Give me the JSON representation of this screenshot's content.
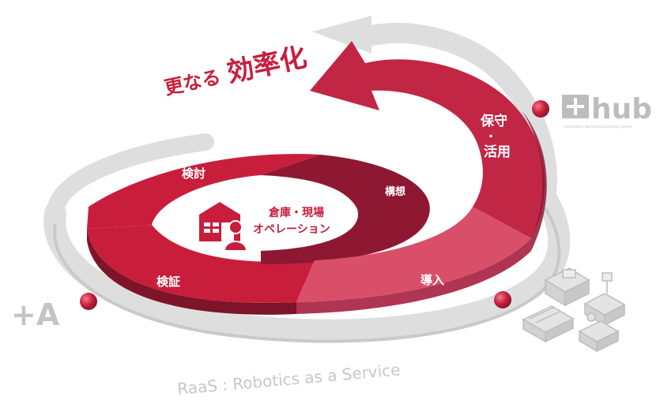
{
  "title": {
    "prefix": "更なる",
    "emphasis": "効率化"
  },
  "center_label": {
    "line1": "倉庫・現場",
    "line2": "オペレーション"
  },
  "stages": {
    "kento": "検討",
    "koso": "構想",
    "kensho": "検証",
    "donyu": "導入",
    "hoshu_line1": "保守",
    "hoshu_dot": "・",
    "hoshu_line2": "活用"
  },
  "logos": {
    "plus_a": "+A",
    "hub_name": "hub",
    "hub_tagline": "+Automation Warehouse Execution System"
  },
  "caption": "RaaS : Robotics as a Service",
  "colors": {
    "crimson": "#c81e3c",
    "dark_red": "#8e1832",
    "pink": "#d94f6a",
    "grey": "#cfcfcf"
  },
  "icons": [
    "warehouse-icon",
    "worker-icon",
    "robot-cluster-icon",
    "hub-logo-icon",
    "plus-a-logo-icon"
  ]
}
